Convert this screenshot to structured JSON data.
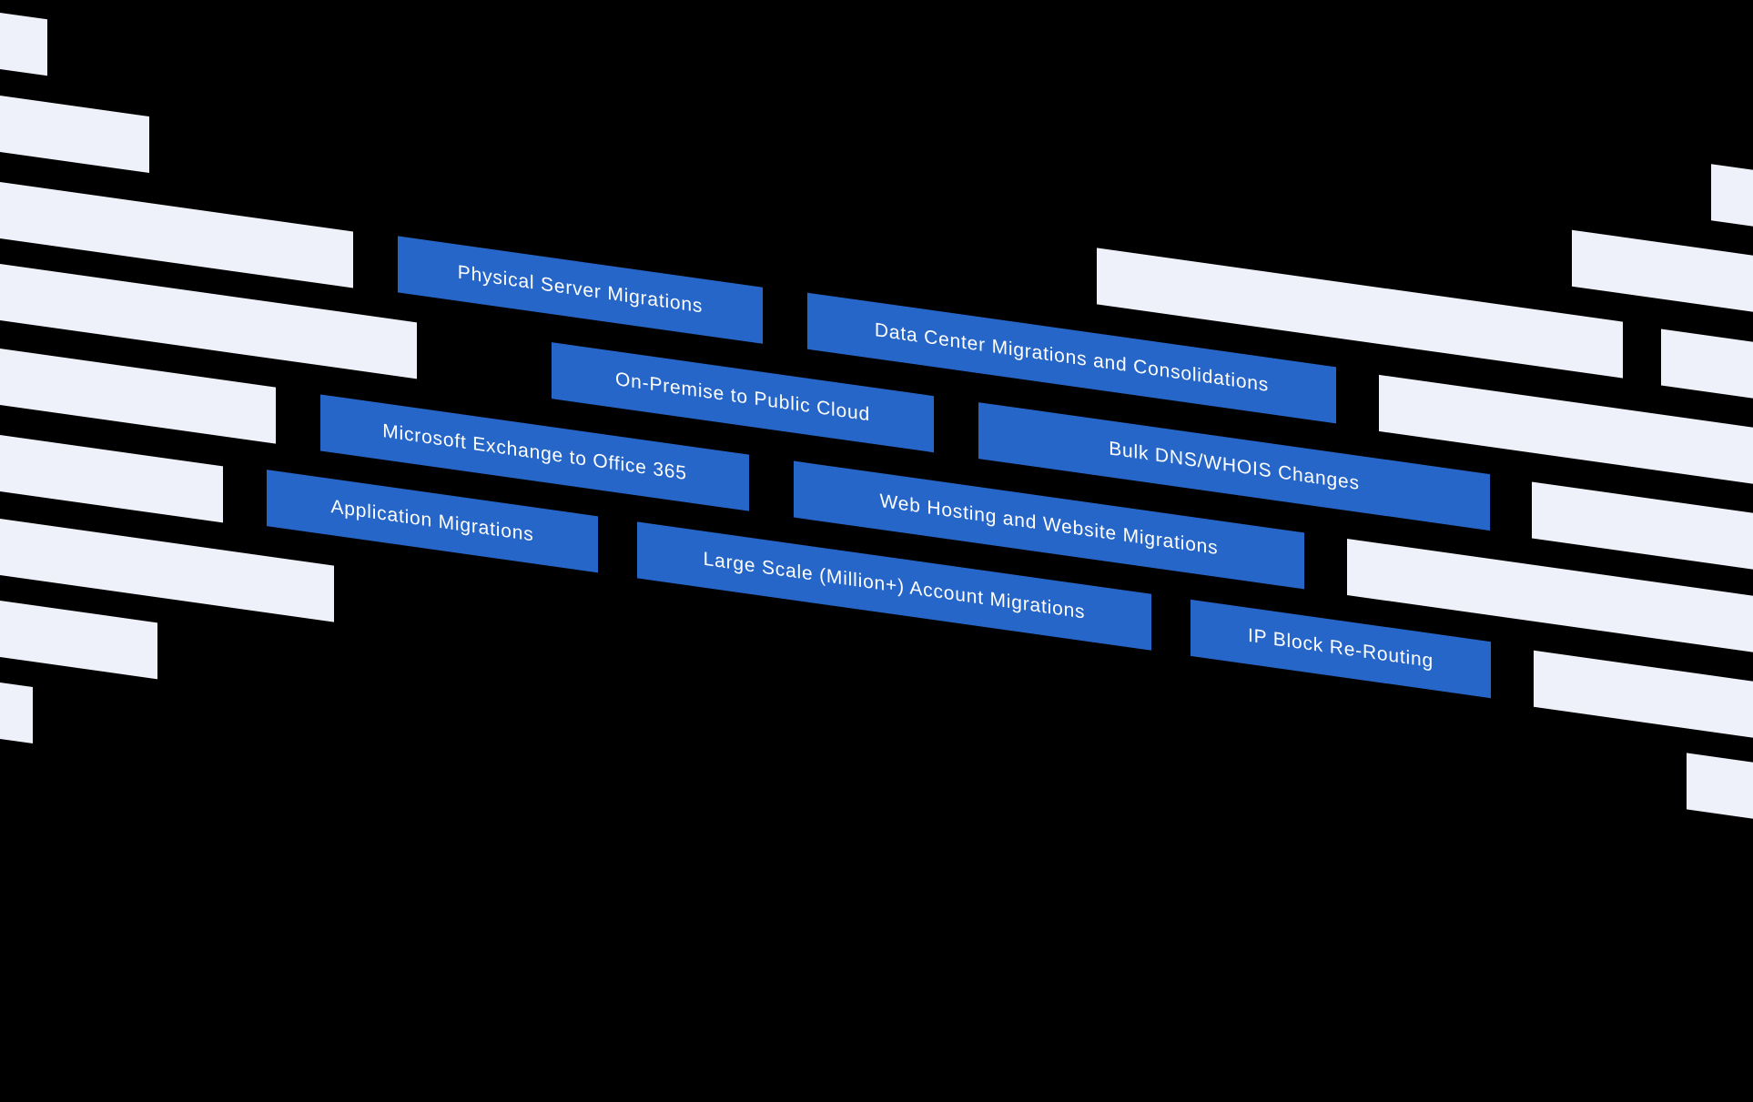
{
  "graphic_title": "Migration services marquee",
  "colors": {
    "background": "#000000",
    "accent_blue": "#2666C8",
    "light_bar": "#EEF1F9",
    "label_text": "#FFFFFF"
  },
  "services": [
    {
      "label": "Physical Server Migrations"
    },
    {
      "label": "Data Center Migrations and Consolidations"
    },
    {
      "label": "On-Premise to Public Cloud"
    },
    {
      "label": "Bulk DNS/WHOIS Changes"
    },
    {
      "label": "Microsoft Exchange to Office 365"
    },
    {
      "label": "Web Hosting and Website Migrations"
    },
    {
      "label": "Application Migrations"
    },
    {
      "label": "Large Scale (Million+) Account Migrations"
    },
    {
      "label": "IP Block Re-Routing"
    }
  ]
}
